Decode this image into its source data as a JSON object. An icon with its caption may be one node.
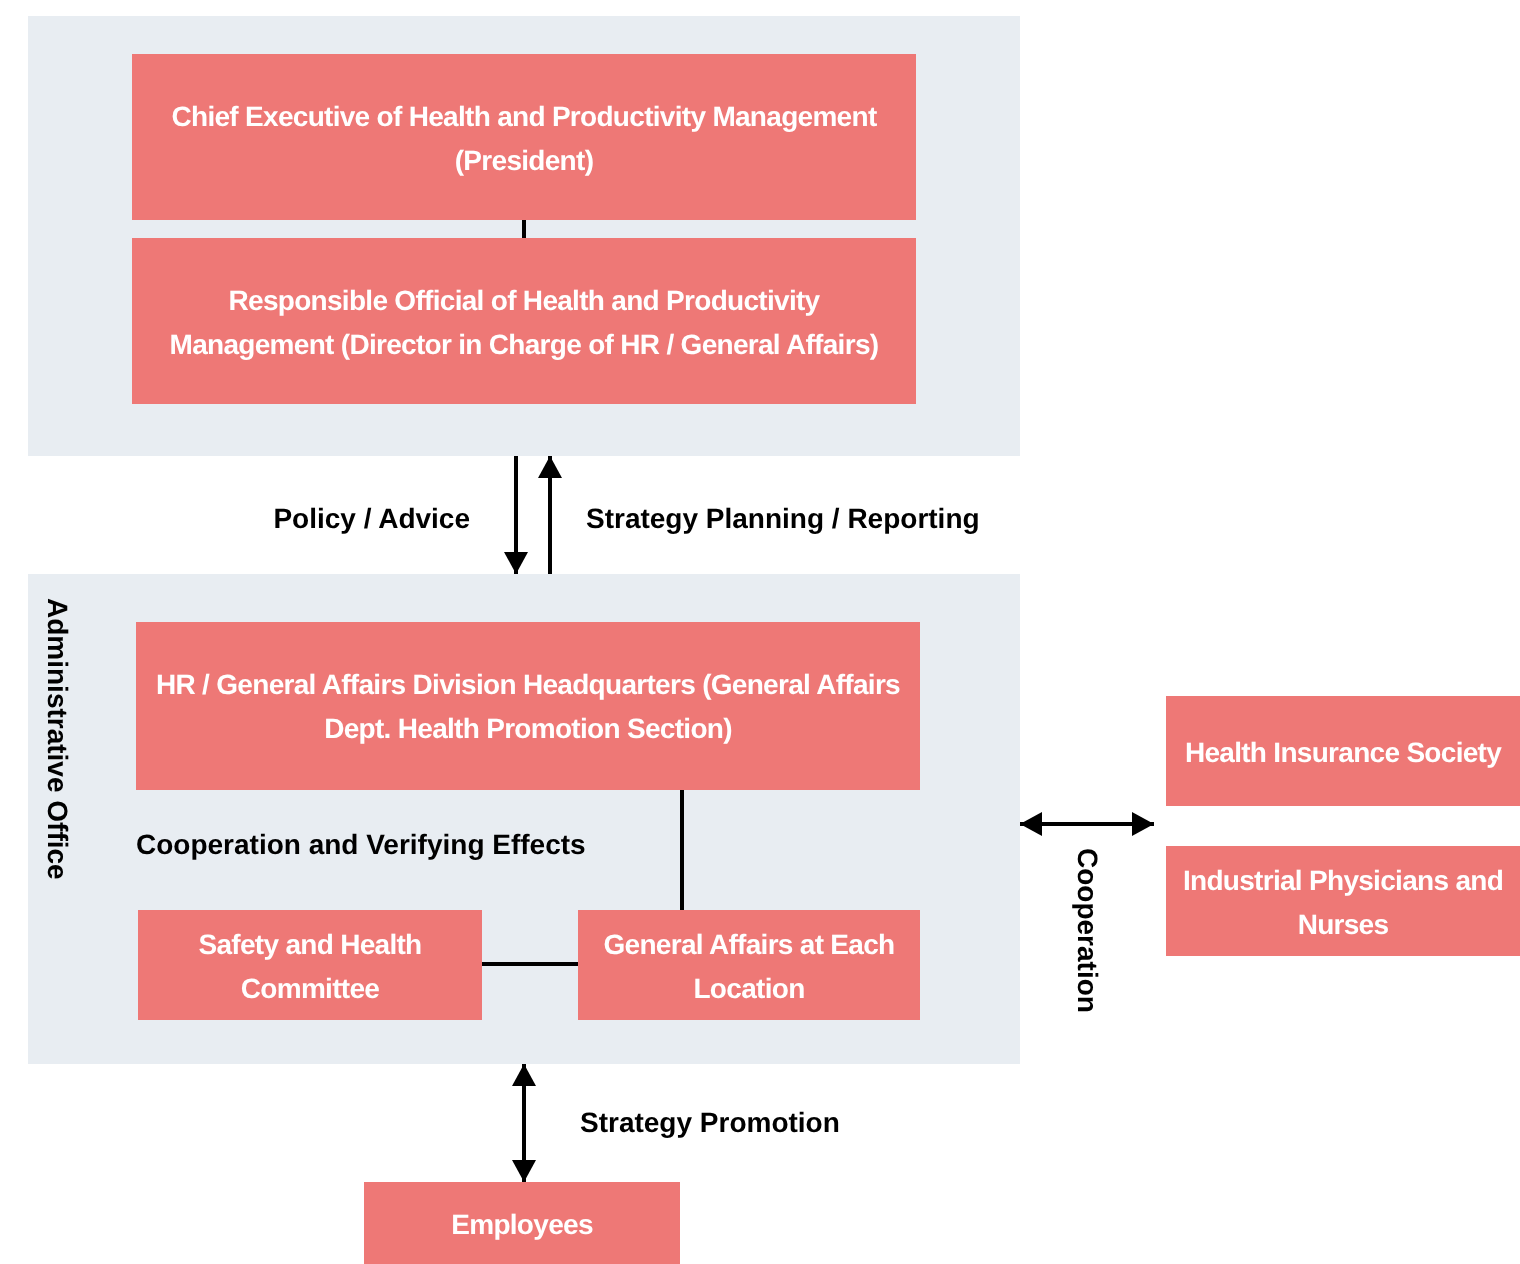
{
  "diagram": {
    "nodes": [
      {
        "text": [],
        "shape": "box"
      },
      {
        "text": [
          "Chief Executive of Health and Productivity Management (President)"
        ],
        "in": 0
      },
      {
        "text": [
          "Responsible Official of Health and Productivity Management (Director in Charge of HR / General Affairs)"
        ],
        "in": 0
      },
      {
        "text": [
          "Administrative Office"
        ]
      },
      {
        "text": [
          "HR / General Affairs Division Headquarters (General Affairs Dept. Health Promotion Section)"
        ],
        "in": 3
      },
      {
        "text": [
          "Safety and Health Committee"
        ],
        "in": 3
      },
      {
        "text": [
          "General Affairs at Each Location"
        ],
        "in": 3
      },
      {
        "text": [
          "Health Insurance Society"
        ]
      },
      {
        "text": [
          "Industrial Physicians and Nurses"
        ]
      },
      {
        "text": [
          "Employees"
        ]
      }
    ],
    "edges": [
      {
        "from": 1,
        "to": 2,
        "arrow": "none"
      },
      {
        "from": 0,
        "to": 3,
        "arrow": "to",
        "label": "Policy / Advice"
      },
      {
        "from": 3,
        "to": 0,
        "arrow": "to",
        "label": "Strategy Planning / Reporting"
      },
      {
        "from": 4,
        "to": 6,
        "arrow": "none"
      },
      {
        "from": 5,
        "to": 6,
        "arrow": "none"
      },
      {
        "from": 3,
        "to": 7,
        "arrow": "both",
        "label": "Cooperation"
      },
      {
        "from": 3,
        "to": 8,
        "arrow": "both"
      },
      {
        "from": 3,
        "to": 9,
        "arrow": "both",
        "label": "Strategy Promotion"
      }
    ],
    "labels": [
      "Cooperation and Verifying Effects"
    ]
  }
}
